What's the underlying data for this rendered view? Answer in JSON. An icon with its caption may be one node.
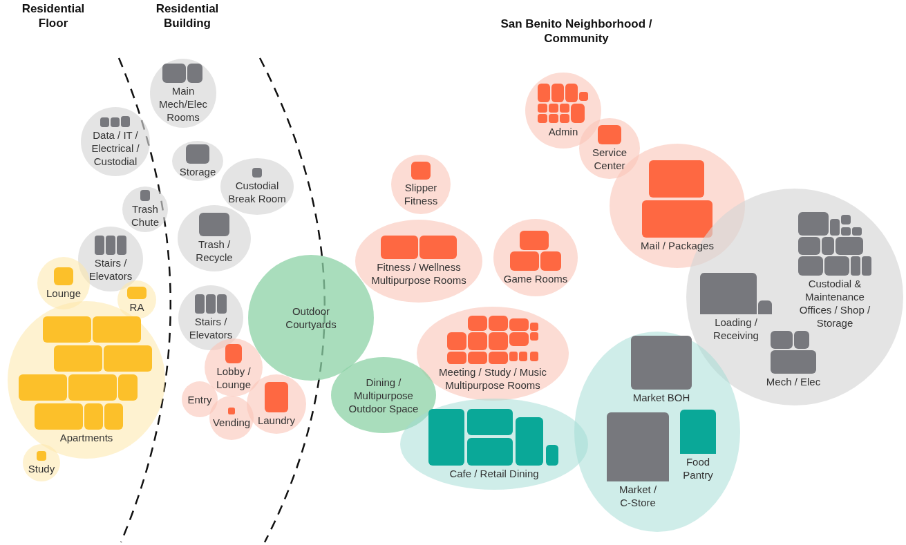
{
  "diagram": {
    "nodes": [
      {
        "text": [
          "Main Mech/Elec Rooms"
        ]
      },
      {
        "text": [
          "Data / IT / Electrical / Custodial"
        ]
      },
      {
        "text": [
          "Storage"
        ]
      },
      {
        "text": [
          "Custodial Break Room"
        ]
      },
      {
        "text": [
          "Trash Chute"
        ]
      },
      {
        "text": [
          "Trash / Recycle"
        ]
      },
      {
        "text": [
          "Stairs / Elevators"
        ]
      },
      {
        "text": [
          "Lounge"
        ]
      },
      {
        "text": [
          "RA"
        ]
      },
      {
        "text": [
          "Stairs / Elevators"
        ]
      },
      {
        "text": [
          "Outdoor Courtyards"
        ]
      },
      {
        "text": [
          "Apartments"
        ]
      },
      {
        "text": [
          "Lobby / Lounge"
        ]
      },
      {
        "text": [
          "Entry"
        ]
      },
      {
        "text": [
          "Laundry"
        ]
      },
      {
        "text": [
          "Vending"
        ]
      },
      {
        "text": [
          "Study"
        ]
      },
      {
        "text": [
          "Admin"
        ]
      },
      {
        "text": [
          "Service Center"
        ]
      },
      {
        "text": [
          "Slipper Fitness"
        ]
      },
      {
        "text": [
          "Mail / Packages"
        ]
      },
      {
        "text": [
          "Fitness / Wellness Multipurpose Rooms"
        ]
      },
      {
        "text": [
          "Game Rooms"
        ]
      },
      {
        "text": [],
        "shape": "circle"
      },
      {
        "text": [
          "Loading / Receiving"
        ],
        "in": 23
      },
      {
        "text": [
          "Custodial & Maintenance Offices / Shop / Storage"
        ],
        "in": 23
      },
      {
        "text": [
          "Mech / Elec"
        ],
        "in": 23
      },
      {
        "text": [
          "Meeting / Study / Music Multipurpose Rooms"
        ]
      },
      {
        "text": [
          "Dining / Multipurpose Outdoor Space"
        ]
      },
      {
        "text": [
          "Cafe / Retail Dining"
        ]
      },
      {
        "text": [],
        "shape": "ellipse"
      },
      {
        "text": [
          "Market BOH"
        ],
        "in": 30
      },
      {
        "text": [
          "Market / C-Store"
        ],
        "in": 30
      },
      {
        "text": [
          "Food Pantry"
        ],
        "in": 30
      }
    ],
    "labels": [
      "Residential Floor",
      "Residential Building",
      "San Benito Neighborhood / Community"
    ]
  }
}
